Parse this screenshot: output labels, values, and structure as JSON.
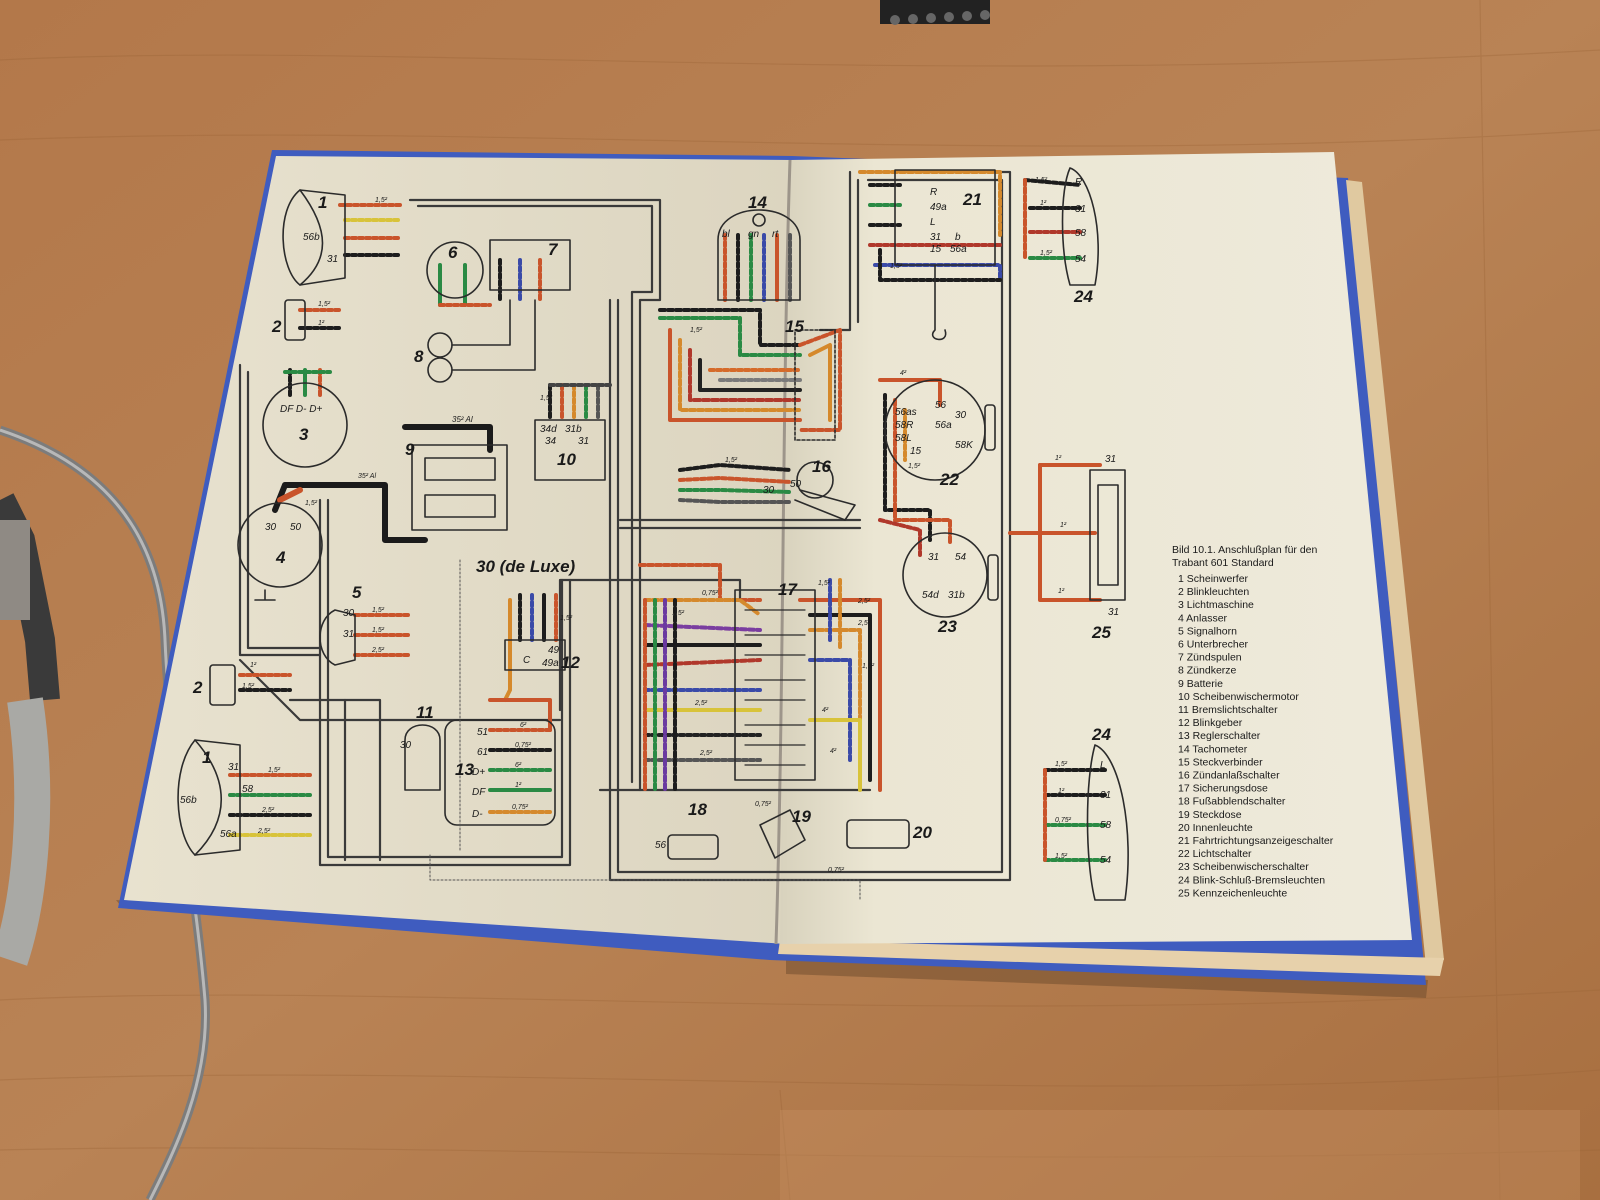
{
  "caption": {
    "title_line1": "Bild 10.1. Anschlußplan für den",
    "title_line2": "Trabant 601 Standard",
    "legend": [
      "1 Scheinwerfer",
      "2 Blinkleuchten",
      "3 Lichtmaschine",
      "4 Anlasser",
      "5 Signalhorn",
      "6 Unterbrecher",
      "7 Zündspulen",
      "8 Zündkerze",
      "9 Batterie",
      "10 Scheibenwischermotor",
      "11 Bremslichtschalter",
      "12 Blinkgeber",
      "13 Reglerschalter",
      "14 Tachometer",
      "15 Steckverbinder",
      "16 Zündanlaßschalter",
      "17 Sicherungsdose",
      "18 Fußabblendschalter",
      "19 Steckdose",
      "20 Innenleuchte",
      "21 Fahrtrichtungsanzeigeschalter",
      "22 Lichtschalter",
      "23 Scheibenwischerschalter",
      "24 Blink-Schluß-Bremsleuchten",
      "25 Kennzeichenleuchte"
    ]
  },
  "diagram": {
    "component_numbers": [
      "1",
      "2",
      "3",
      "4",
      "5",
      "6",
      "7",
      "8",
      "9",
      "10",
      "11",
      "12",
      "13",
      "14",
      "15",
      "16",
      "17",
      "18",
      "19",
      "20",
      "21",
      "22",
      "23",
      "24",
      "25"
    ],
    "deluxe_label": "30 (de Luxe)",
    "generator_terminals": "DF D- D+",
    "starter_terminals": [
      "30",
      "50"
    ],
    "battery_cable": "35² Al",
    "headlamp_terminals": [
      "56b",
      "31",
      "58",
      "56a"
    ],
    "wiper_motor_terminals": [
      "34d",
      "31b",
      "34",
      "31"
    ],
    "regulator_terminals": [
      "51",
      "61",
      "D+",
      "DF",
      "D-"
    ],
    "flasher_terminals": [
      "C",
      "49",
      "49a"
    ],
    "light_switch_terminals": [
      "56as",
      "58R",
      "58L",
      "15",
      "56",
      "56a",
      "30",
      "58K"
    ],
    "wiper_switch_terminals": [
      "31",
      "54",
      "54d",
      "31b"
    ],
    "turn_switch_terminals": [
      "R",
      "49a",
      "L",
      "31",
      "b",
      "15",
      "56a"
    ],
    "rear_lamp_terminals": [
      "R",
      "L",
      "31",
      "58",
      "54"
    ],
    "tacho_terminals": [
      "bl",
      "gn",
      "rt"
    ],
    "ignition_switch_terminals": [
      "30",
      "50"
    ],
    "dimmer_terminal": "56",
    "wire_sizes": [
      "1²",
      "1,5²",
      "2,5²",
      "0,75²",
      "4²",
      "6²",
      "35² Al"
    ]
  },
  "colors": {
    "wood": "#b07a48",
    "page": "#ece6d2",
    "cover": "#4a67c4",
    "wire_red": "#c8502a",
    "wire_green": "#3a9a5a",
    "wire_blue": "#3a4aa8"
  }
}
